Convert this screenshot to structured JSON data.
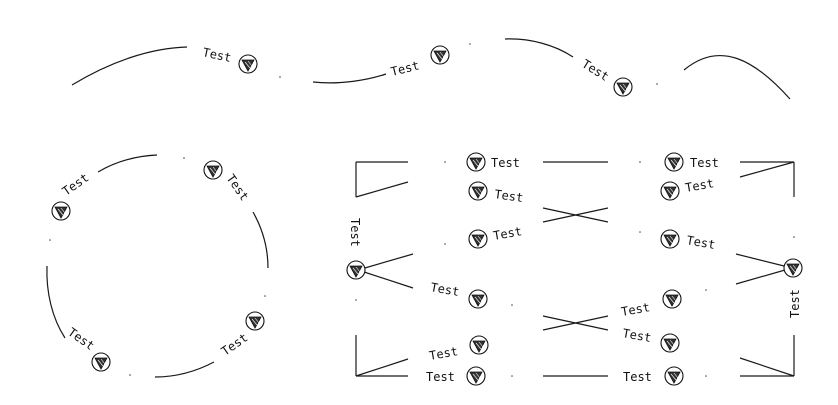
{
  "labels": {
    "pipe1": "Test",
    "pipe2": "Test",
    "pipe3": "Test",
    "arc1": "Test",
    "arc2": "Test",
    "arc3": "Test",
    "arc4": "Test",
    "g1": "Test",
    "g2": "Test",
    "g3": "Test",
    "g4": "Test",
    "g5": "Test",
    "g6": "Test",
    "g7": "Test",
    "g8": "Test",
    "g9": "Test",
    "g10": "Test",
    "g11": "Test",
    "g12": "Test",
    "g13": "Test",
    "g14": "Test"
  },
  "symbol_icon": "circled-triangle-icon",
  "stroke_color": "#1a1a1a"
}
